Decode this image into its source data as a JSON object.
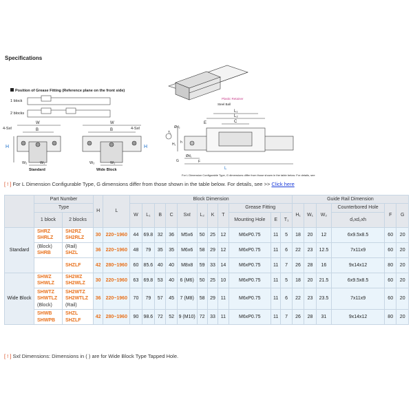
{
  "page": {
    "title": "Specifications"
  },
  "diagrams": {
    "grease_position_title": "Position of Grease Fitting (Reference plane on the front side)",
    "one_block": "1 block",
    "two_blocks": "2 blocks",
    "standard_label": "Standard",
    "wide_label": "Wide Block",
    "plastic_retainer": "Plastic Retainer",
    "steel_ball": "Steel Ball",
    "dim_note": "For L Dimension Configurable Type, G dimensions differ from those shown in the table below. For details, see",
    "labels": {
      "w": "W",
      "b": "B",
      "c": "C",
      "h": "H",
      "h1": "H₁",
      "w1": "W₁",
      "w2": "W₂",
      "sxl": "4-Sxℓ",
      "l1": "L₁",
      "l2": "L₂",
      "e": "E",
      "t1": "T₁",
      "d2": "Ød₂",
      "d1": "Ød₁",
      "f": "F",
      "g": "G",
      "l": "L",
      "hh": "h"
    }
  },
  "notes": {
    "mark1": "[ ! ]",
    "note1": "For L Dimension Configurable Type, G dimensions differ from those shown in the table below. For details, see >>",
    "link": "Click here",
    "mark2": "[ ! ]",
    "note2": "Sxℓ Dimensions: Dimensions in ( ) are for Wide Block Type Tapped Hole."
  },
  "table": {
    "headers": {
      "part_number": "Part Number",
      "type": "Type",
      "one_block": "1 block",
      "two_blocks": "2 blocks",
      "h": "H",
      "l": "L",
      "block_dimension": "Block Dimension",
      "w": "W",
      "l1": "L₁",
      "b": "B",
      "c": "C",
      "sxl": "Sxℓ",
      "l2": "L₂",
      "k": "K",
      "t": "T",
      "grease_fitting": "Grease Fitting",
      "mounting_hole": "Mounting Hole",
      "e": "E",
      "t1": "T₁",
      "guide_rail": "Guide Rail Dimension",
      "h1": "H₁",
      "w1": "W₁",
      "w2": "W₂",
      "counterbored": "Counterbored Hole",
      "d1d2h": "d₁xd₂xh",
      "f": "F",
      "g": "G"
    },
    "groups": [
      {
        "category": "Standard",
        "rows": [
          {
            "one": [
              "SHRZ",
              "SHRLZ"
            ],
            "two": [
              "SH2RZ",
              "SH2RLZ"
            ],
            "h": "30",
            "l": "220~1960",
            "w": "44",
            "l1": "69.8",
            "b": "32",
            "c": "36",
            "sxl": "M5x6",
            "l2": "50",
            "k": "25",
            "t": "12",
            "mh": "M6xP0.75",
            "e": "11",
            "t1": "5",
            "h1": "18",
            "w1": "20",
            "w2": "12",
            "cb": "6x9.5x8.5",
            "f": "60",
            "g": "20"
          },
          {
            "one": [
              "(Block)",
              "SHRB"
            ],
            "two": [
              "(Rail)",
              "SHZL"
            ],
            "h": "36",
            "l": "220~1960",
            "w": "48",
            "l1": "79",
            "b": "35",
            "c": "35",
            "sxl": "M6x6",
            "l2": "58",
            "k": "29",
            "t": "12",
            "mh": "M6xP0.75",
            "e": "11",
            "t1": "6",
            "h1": "22",
            "w1": "23",
            "w2": "12.5",
            "cb": "7x11x9",
            "f": "60",
            "g": "20"
          },
          {
            "one": [],
            "two": [
              "SHZLF"
            ],
            "h": "42",
            "l": "280~1960",
            "w": "60",
            "l1": "85.6",
            "b": "40",
            "c": "40",
            "sxl": "M8x8",
            "l2": "59",
            "k": "33",
            "t": "14",
            "mh": "M6xP0.75",
            "e": "11",
            "t1": "7",
            "h1": "26",
            "w1": "28",
            "w2": "16",
            "cb": "9x14x12",
            "f": "80",
            "g": "20"
          }
        ]
      },
      {
        "category": "Wide Block",
        "rows": [
          {
            "one": [
              "SHWZ",
              "SHWLZ"
            ],
            "two": [
              "SH2WZ",
              "SH2WLZ"
            ],
            "h": "30",
            "l": "220~1960",
            "w": "63",
            "l1": "69.8",
            "b": "53",
            "c": "40",
            "sxl": "6 (M6)",
            "l2": "50",
            "k": "25",
            "t": "10",
            "mh": "M6xP0.75",
            "e": "11",
            "t1": "5",
            "h1": "18",
            "w1": "20",
            "w2": "21.5",
            "cb": "6x9.5x8.5",
            "f": "60",
            "g": "20"
          },
          {
            "one": [
              "SHWTZ",
              "SHWTLZ",
              "(Block)"
            ],
            "two": [
              "SH2WTZ",
              "SH2WTLZ",
              "(Rail)"
            ],
            "h": "36",
            "l": "220~1960",
            "w": "70",
            "l1": "79",
            "b": "57",
            "c": "45",
            "sxl": "7 (M8)",
            "l2": "58",
            "k": "29",
            "t": "11",
            "mh": "M6xP0.75",
            "e": "11",
            "t1": "6",
            "h1": "22",
            "w1": "23",
            "w2": "23.5",
            "cb": "7x11x9",
            "f": "60",
            "g": "20"
          },
          {
            "one": [
              "SHWB",
              "SHWPB"
            ],
            "two": [
              "SHZL",
              "SHZLF"
            ],
            "h": "42",
            "l": "280~1960",
            "w": "90",
            "l1": "98.6",
            "b": "72",
            "c": "52",
            "sxl": "9 (M10)",
            "l2": "72",
            "k": "33",
            "t": "11",
            "mh": "M6xP0.75",
            "e": "11",
            "t1": "7",
            "h1": "26",
            "w1": "28",
            "w2": "31",
            "cb": "9x14x12",
            "f": "80",
            "g": "20"
          }
        ]
      }
    ]
  }
}
